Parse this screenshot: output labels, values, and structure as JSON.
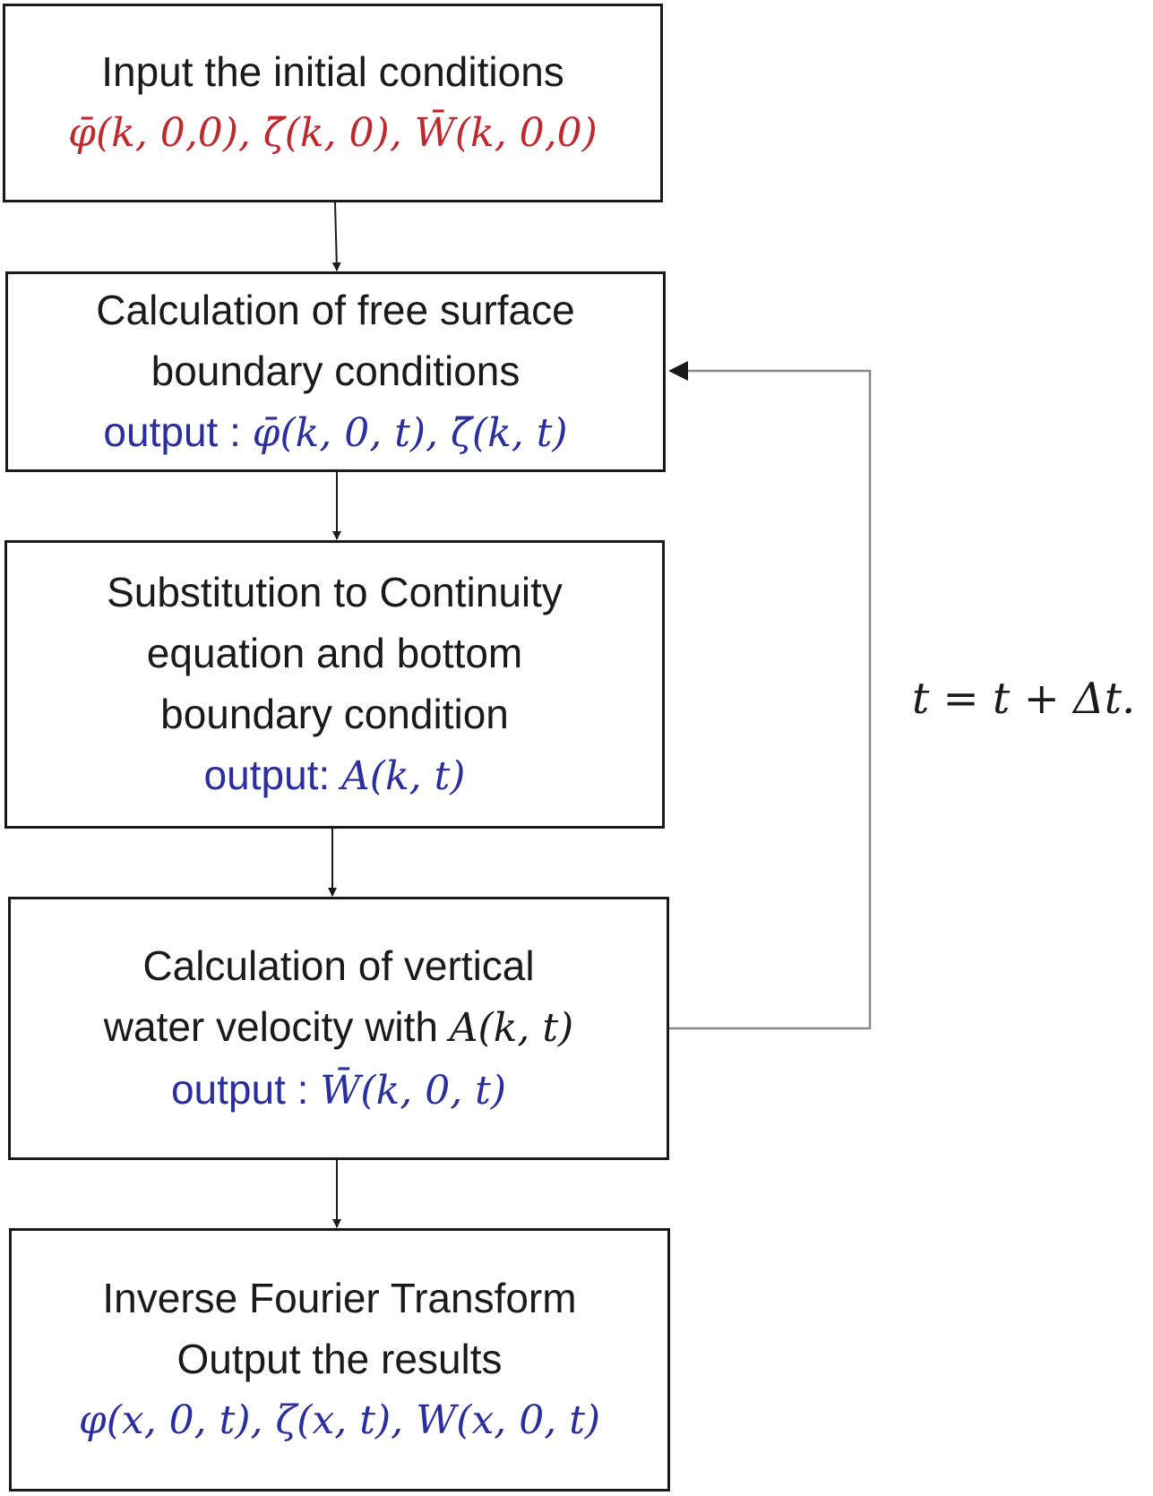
{
  "steps": [
    {
      "line1": "Input the initial conditions",
      "math": "φ̄(k, 0,0), ζ̄(k, 0), W̄(k, 0,0)"
    },
    {
      "line1": "Calculation of free surface",
      "line2": "boundary conditions",
      "output_label": "output : ",
      "output_math": "φ̄(k, 0, t), ζ̄(k, t)"
    },
    {
      "line1": "Substitution to Continuity",
      "line2": "equation and bottom",
      "line3": "boundary condition",
      "output_label": "output: ",
      "output_math": "A(k, t)"
    },
    {
      "line1": "Calculation of vertical",
      "line2_text": "water velocity with ",
      "line2_math": "A(k, t)",
      "output_label": "output : ",
      "output_math": "W̄(k, 0, t)"
    },
    {
      "line1": "Inverse Fourier Transform",
      "line2": "Output the results",
      "math": "φ(x, 0, t), ζ(x, t), W(x, 0, t)"
    }
  ],
  "loop_label": "t = t + Δt.",
  "colors": {
    "initial_math": "#c0282d",
    "output_math": "#2a2ea0",
    "border": "#1a1a1a",
    "loop_line": "#888888"
  }
}
